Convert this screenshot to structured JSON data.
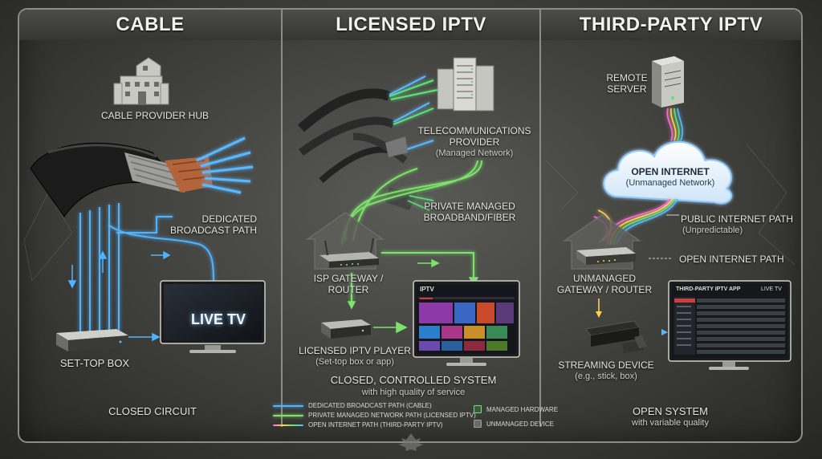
{
  "headers": {
    "cable": "CABLE",
    "licensed": "LICENSED IPTV",
    "third_party": "THIRD-PARTY IPTV"
  },
  "cable": {
    "hub": "CABLE PROVIDER HUB",
    "dedicated_line1": "DEDICATED",
    "dedicated_line2": "BROADCAST PATH",
    "tv_text": "LIVE TV",
    "set_top_box": "SET-TOP BOX",
    "closed_circuit": "CLOSED CIRCUIT"
  },
  "licensed": {
    "telecom_line1": "TELECOMMUNICATIONS",
    "telecom_line2": "PROVIDER",
    "telecom_sub": "(Managed Network)",
    "private_line1": "PRIVATE MANAGED",
    "private_line2": "BROADBAND/FIBER",
    "gateway_line1": "ISP GATEWAY /",
    "gateway_line2": "ROUTER",
    "player": "LICENSED IPTV PLAYER",
    "player_sub": "(Set-top box or app)",
    "closed_system": "CLOSED, CONTROLLED SYSTEM",
    "closed_system_sub": "with high quality of service",
    "tv_app_title": "IPTV"
  },
  "third_party": {
    "remote_line1": "REMOTE",
    "remote_line2": "SERVER",
    "internet": "OPEN INTERNET",
    "internet_sub": "(Unmanaged Network)",
    "public_path": "PUBLIC INTERNET PATH",
    "public_path_sub": "(Unpredictable)",
    "open_path": "OPEN INTERNET PATH",
    "gateway_line1": "UNMANAGED",
    "gateway_line2": "GATEWAY / ROUTER",
    "device": "STREAMING DEVICE",
    "device_sub": "(e.g., stick, box)",
    "open_system": "OPEN SYSTEM",
    "open_system_sub": "with variable quality",
    "tv_app_title": "THIRD-PARTY IPTV APP",
    "tv_app_badge": "LIVE TV"
  },
  "legend": {
    "blue": "DEDICATED BROADCAST PATH (CABLE)",
    "green": "PRIVATE MANAGED NETWORK PATH (LICENSED IPTV)",
    "rainbow": "OPEN INTERNET PATH (THIRD-PARTY IPTV)",
    "managed": "MANAGED HARDWARE",
    "unmanaged": "UNMANAGED DEVICE"
  },
  "colors": {
    "blue_path": "#4fb4ff",
    "green_path": "#7de36b",
    "background": "#3b3b38"
  }
}
